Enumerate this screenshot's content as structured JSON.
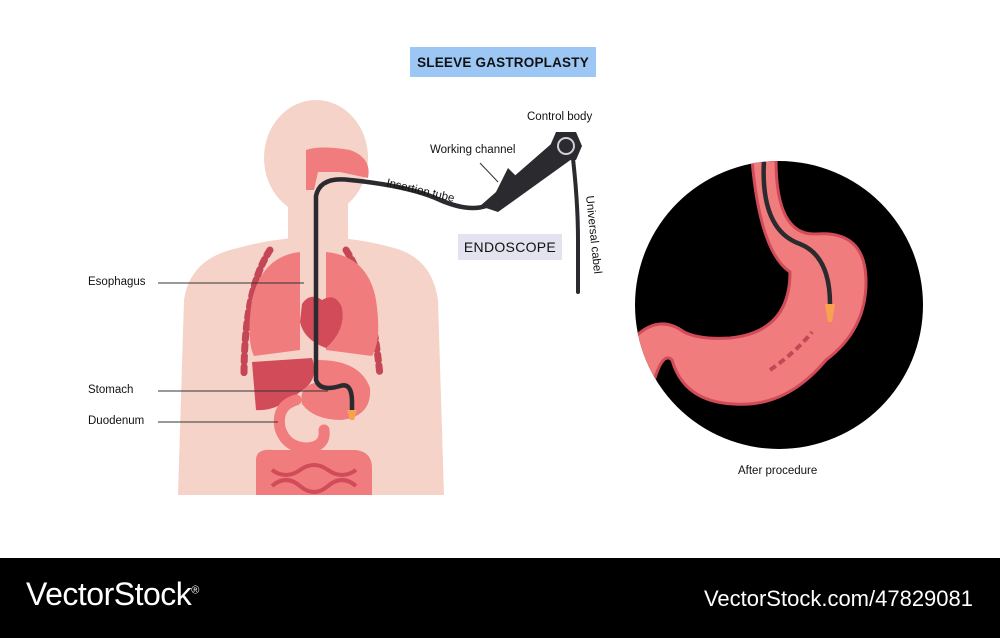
{
  "title": "SLEEVE GASTROPLASTY",
  "device_label": "ENDOSCOPE",
  "labels": {
    "control_body": "Control body",
    "working_channel": "Working channel",
    "insertion_tube": "Insertion tube",
    "universal_cabel": "Universal cabel",
    "esophagus": "Esophagus",
    "stomach": "Stomach",
    "duodenum": "Duodenum",
    "after_procedure": "After procedure"
  },
  "footer": {
    "brand": "VectorStock",
    "brand_mark": "®",
    "stock_id": "VectorStock.com/47829081"
  },
  "colors": {
    "skin": "#f5d3c8",
    "organ": "#f07c7e",
    "organ_dark": "#d14b58",
    "endoscope": "#2b2b2f",
    "title_bg": "#9cc7f5",
    "endoscope_label_bg": "#e2e3ee"
  }
}
